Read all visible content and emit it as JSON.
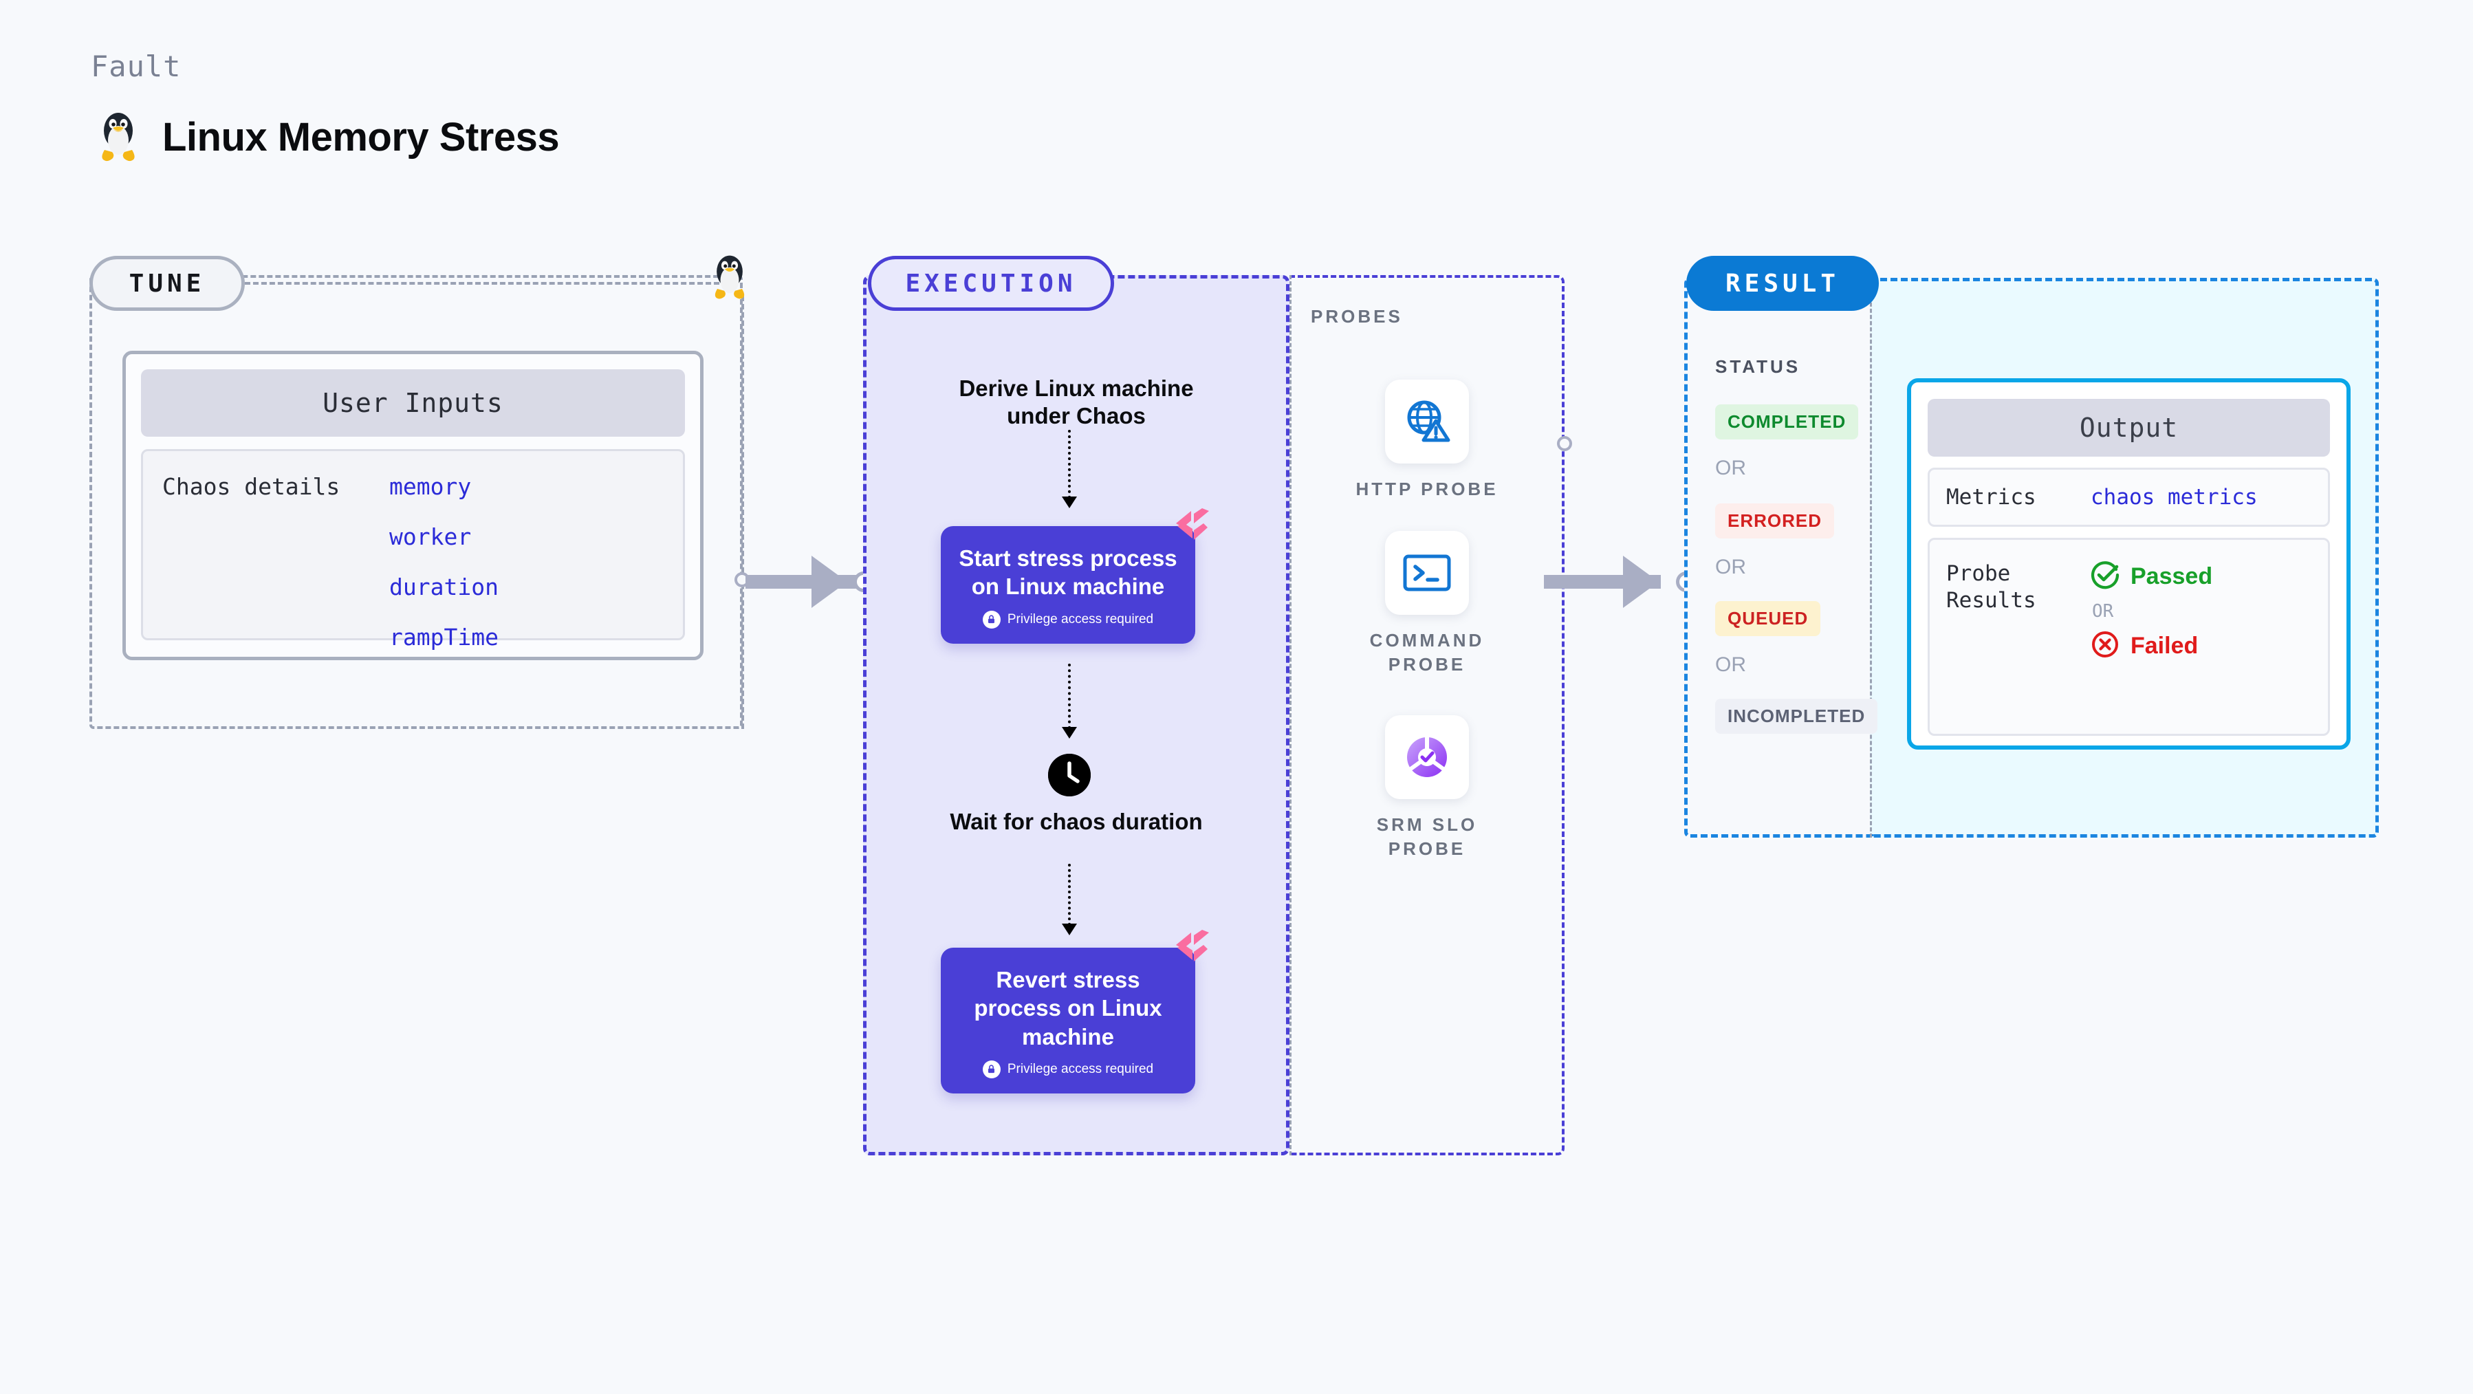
{
  "header": {
    "eyebrow": "Fault",
    "title": "Linux Memory Stress",
    "icon": "linux-penguin-icon"
  },
  "tune": {
    "pill_label": "TUNE",
    "card_title": "User Inputs",
    "detail_label": "Chaos details",
    "inputs": [
      "memory",
      "worker",
      "duration",
      "rampTime"
    ]
  },
  "execution": {
    "pill_label": "EXECUTION",
    "steps": [
      {
        "type": "text",
        "label": "Derive Linux machine under Chaos"
      },
      {
        "type": "node",
        "label": "Start stress process on Linux machine",
        "badge": "Privilege access required",
        "badge_icon": "lock-icon",
        "corner_icon": "harness-logo-icon"
      },
      {
        "type": "timer",
        "label": "Wait for chaos duration",
        "icon": "clock-icon"
      },
      {
        "type": "node",
        "label": "Revert stress process on Linux machine",
        "badge": "Privilege access required",
        "badge_icon": "lock-icon",
        "corner_icon": "harness-logo-icon"
      }
    ]
  },
  "probes": {
    "label": "PROBES",
    "items": [
      {
        "caption": "HTTP PROBE",
        "icon": "globe-alert-icon"
      },
      {
        "caption": "COMMAND PROBE",
        "icon": "terminal-icon"
      },
      {
        "caption": "SRM SLO PROBE",
        "icon": "slo-donut-check-icon"
      }
    ]
  },
  "result": {
    "pill_label": "RESULT",
    "status_label": "STATUS",
    "or_label": "OR",
    "statuses": [
      {
        "label": "COMPLETED",
        "bg": "#dff5e1",
        "fg": "#0e8a2e"
      },
      {
        "label": "ERRORED",
        "bg": "#fdeeec",
        "fg": "#d32020"
      },
      {
        "label": "QUEUED",
        "bg": "#fdf2cf",
        "fg": "#cc2222"
      },
      {
        "label": "INCOMPLETED",
        "bg": "#eef0f6",
        "fg": "#5c6274"
      }
    ]
  },
  "output": {
    "title": "Output",
    "metrics_key": "Metrics",
    "metrics_value": "chaos metrics",
    "probe_key": "Probe Results",
    "passed_label": "Passed",
    "failed_label": "Failed",
    "or_label": "OR",
    "passed_icon": "check-circle-icon",
    "failed_icon": "x-circle-icon",
    "passed_color": "#18a02a",
    "failed_color": "#e01b1b"
  },
  "theme": {
    "background": "#f7f9fc",
    "exec_accent": "#4a3fd6",
    "result_accent": "#0b7ad4",
    "output_accent": "#0aa6e8",
    "mono_value_color": "#2b2bd8",
    "connector_color": "#a9aec4"
  }
}
